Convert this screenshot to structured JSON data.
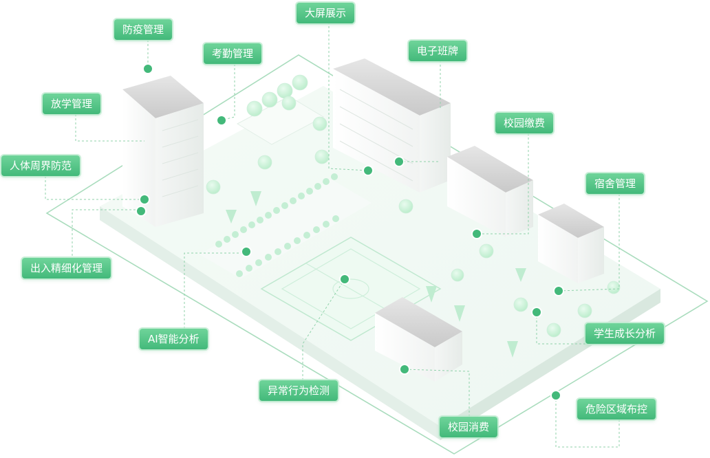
{
  "accent": "#43b97a",
  "labels": {
    "fangyi": "防疫管理",
    "kaoqin": "考勤管理",
    "daping": "大屏展示",
    "dianzi": "电子班牌",
    "fangxue": "放学管理",
    "jiaofei": "校园缴费",
    "renti": "人体周界防范",
    "sushe": "宿舍管理",
    "churu": "出入精细化管理",
    "ai": "AI智能分析",
    "xuesheng": "学生成长分析",
    "yichang": "异常行为检测",
    "weixian": "危险区域布控",
    "xiaofei": "校园消费"
  }
}
